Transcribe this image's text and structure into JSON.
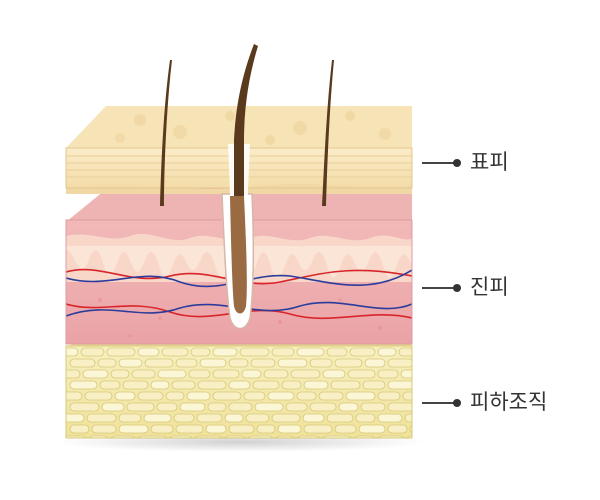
{
  "layers": [
    {
      "label": "표피",
      "color": "#f3dfb2"
    },
    {
      "label": "진피",
      "color": "#f1b8b8"
    },
    {
      "label": "피하조직",
      "color": "#f4ecb2"
    }
  ],
  "colors": {
    "hair": "#5a3a1d",
    "artery": "#d9252a",
    "vein": "#2b3c9c"
  }
}
